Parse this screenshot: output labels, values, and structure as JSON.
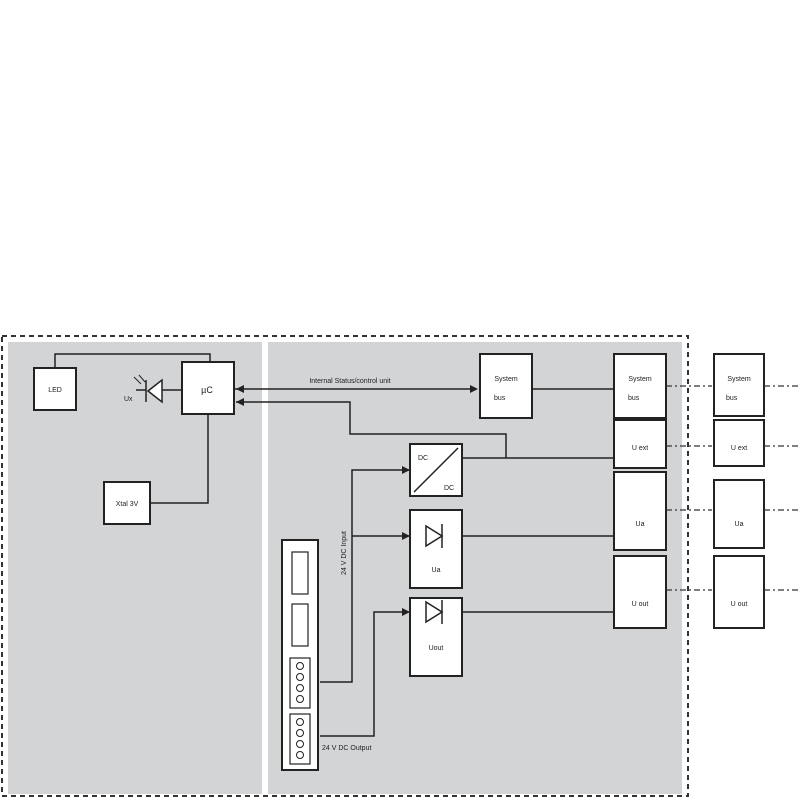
{
  "colors": {
    "panel_fill": "#d3d4d6",
    "stroke": "#222222",
    "box_fill": "#ffffff",
    "dash": "#333333"
  },
  "icons": {
    "dc_dc_converter": "dc-dc-converter-icon",
    "diode": "diode-icon",
    "led": "led-icon",
    "connector": "terminal-connector-icon"
  },
  "labels": {
    "led_block": "LED",
    "led_symbol": "Ux",
    "microcontroller": "µC",
    "xtal": "Xtal 3V",
    "internal_bus": "Internal Status/control unit",
    "sys_bus_center_line1": "System",
    "sys_bus_center_line2": "bus",
    "sys_bus_right_line1": "System",
    "sys_bus_right_line2": "bus",
    "sys_bus_far_line1": "System",
    "sys_bus_far_line2": "bus",
    "dcdc_top": "DC",
    "dcdc_bottom": "DC",
    "diode_mid_label": "Ua",
    "diode_low_label": "Uout",
    "input_label": "24 V DC Input",
    "output_label": "24 V DC Output",
    "rail_right_1": "U ext",
    "rail_right_2": "Ua",
    "rail_right_3": "U out",
    "rail_far_1": "U ext",
    "rail_far_2": "Ua",
    "rail_far_3": "U out"
  }
}
